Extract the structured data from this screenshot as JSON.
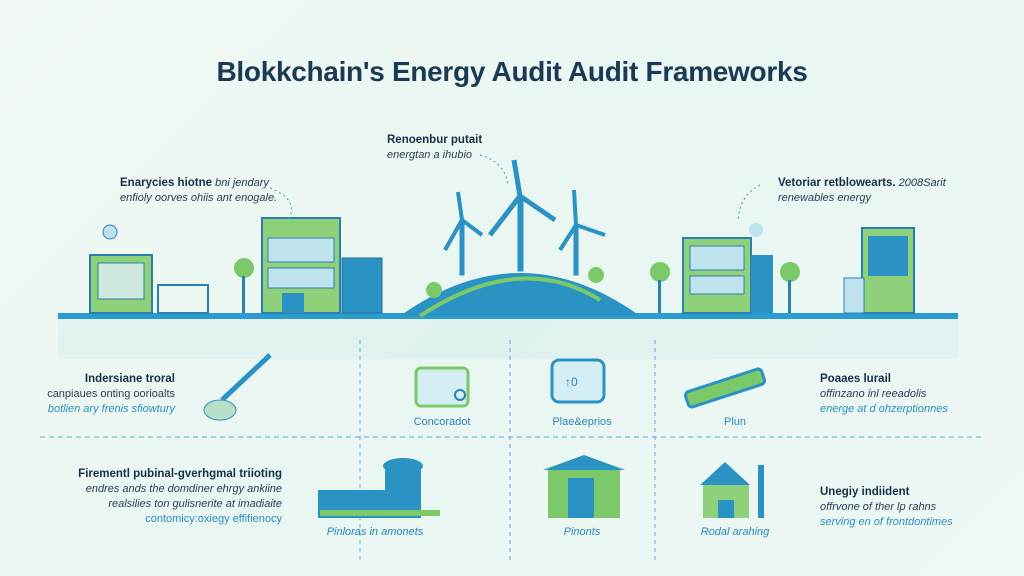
{
  "title": "Blokkchain's Energy Audit Audit Frameworks",
  "top_captions": {
    "left": {
      "heading": "Enarycies hiotne",
      "line1_rest": " bni jendary",
      "line2": "enfioly oorves ohiis ant enogale."
    },
    "center": {
      "heading": "Renoenbur putait",
      "line2": "energtan a ihubio"
    },
    "right": {
      "heading": "Vetoriar retblowearts.",
      "line1_rest": " 2008Sarit",
      "line2": "renewables energy"
    }
  },
  "mid_row": {
    "left": {
      "heading": "Indersiane troral",
      "line2": "canpiaues onting oorioalts",
      "line3": "botlien ary frenis sfiowtury"
    },
    "labels": [
      "Concoradot",
      "Plae&eprios",
      "Plun"
    ],
    "right": {
      "heading": "Poaaes lurail",
      "line2": "offinzano inl reeadolis",
      "line3": "energe at d ohzerptionnes"
    }
  },
  "bottom_row": {
    "left": {
      "heading": "Firementl pubinal-gverhgmal triioting",
      "line2": "endres ands the domdiner ehrgy ankiine",
      "line3": "realsilies ton gulisnerite at imadiaite",
      "line4": "contomicy:oxiegy effifienocy"
    },
    "labels": [
      "Pinloras in amonets",
      "Pinonts",
      "Rodal arahing"
    ],
    "right": {
      "heading": "Unegiy indiident",
      "line2": "offrvone of ther lp rahns",
      "line3": "serving en of frontdontimes"
    }
  },
  "colors": {
    "accent_blue": "#2a9ccf",
    "accent_green": "#7cc96a",
    "title": "#1a3a55"
  }
}
